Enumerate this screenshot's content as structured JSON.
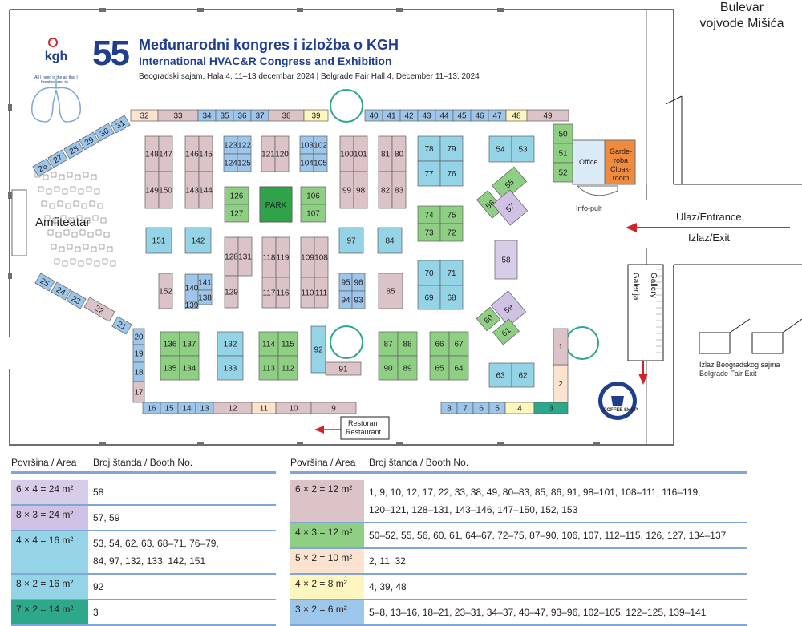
{
  "address": {
    "line1": "Bulevar",
    "line2": "vojvode Mišića"
  },
  "header": {
    "number": "55",
    "title_sr": "Međunarodni kongres i izložba o KGH",
    "title_en": "International HVAC&R Congress and Exhibition",
    "venue": "Beogradski sajam, Hala 4, 11–13 decembar 2024  |  Belgrade Fair Hall 4, December 11–13, 2024"
  },
  "logo": {
    "name": "kgh",
    "tagline": "All I need is the air that I breathe, and to..."
  },
  "labels": {
    "amfiteatar": "Amfiteatar",
    "park": "PARK",
    "office": "Office",
    "garderoba": "Garde-roba Cloak-room",
    "info_pult": "Info-pult",
    "ulaz": "Ulaz/Entrance",
    "izlaz": "Izlaz/Exit",
    "galerija": "Galerija",
    "gallery": "Gallery",
    "fair_exit_1": "Izlaz Beogradskog sajma",
    "fair_exit_2": "Belgrade Fair Exit",
    "restoran": "Restoran",
    "restaurant": "Restaurant",
    "coffee_shop": "COFFEE SHOP"
  },
  "colors": {
    "c6x2": "#dcc3c7",
    "c4x3": "#8fcf84",
    "c4x4": "#95d3e6",
    "c8x3": "#cfc2e4",
    "c6x4": "#d8cde8",
    "c5x2": "#fbe3cf",
    "c4x2": "#fdf6bf",
    "c3x2": "#9ec6ea",
    "c8x2": "#95d3e6",
    "c7x2": "#2ea88a",
    "park": "#2fa24a",
    "office": "#dbeaf7",
    "cloak": "#f08a3c",
    "outline": "#5e5e5e"
  },
  "booths": [
    {
      "n": "32",
      "c": "c5x2"
    },
    {
      "n": "33",
      "c": "c6x2"
    },
    {
      "n": "34",
      "c": "c3x2"
    },
    {
      "n": "35",
      "c": "c3x2"
    },
    {
      "n": "36",
      "c": "c3x2"
    },
    {
      "n": "37",
      "c": "c3x2"
    },
    {
      "n": "38",
      "c": "c6x2"
    },
    {
      "n": "39",
      "c": "c4x2"
    },
    {
      "n": "40",
      "c": "c3x2"
    },
    {
      "n": "41",
      "c": "c3x2"
    },
    {
      "n": "42",
      "c": "c3x2"
    },
    {
      "n": "43",
      "c": "c3x2"
    },
    {
      "n": "44",
      "c": "c3x2"
    },
    {
      "n": "45",
      "c": "c3x2"
    },
    {
      "n": "46",
      "c": "c3x2"
    },
    {
      "n": "47",
      "c": "c3x2"
    },
    {
      "n": "48",
      "c": "c4x2"
    },
    {
      "n": "49",
      "c": "c6x2"
    },
    {
      "n": "50",
      "c": "c4x3"
    },
    {
      "n": "51",
      "c": "c4x3"
    },
    {
      "n": "52",
      "c": "c4x3"
    },
    {
      "n": "31",
      "c": "c3x2"
    },
    {
      "n": "30",
      "c": "c3x2"
    },
    {
      "n": "29",
      "c": "c3x2"
    },
    {
      "n": "28",
      "c": "c3x2"
    },
    {
      "n": "27",
      "c": "c3x2"
    },
    {
      "n": "26",
      "c": "c3x2"
    },
    {
      "n": "25",
      "c": "c3x2"
    },
    {
      "n": "24",
      "c": "c3x2"
    },
    {
      "n": "23",
      "c": "c3x2"
    },
    {
      "n": "22",
      "c": "c6x2"
    },
    {
      "n": "21",
      "c": "c3x2"
    },
    {
      "n": "20",
      "c": "c3x2"
    },
    {
      "n": "19",
      "c": "c3x2"
    },
    {
      "n": "18",
      "c": "c3x2"
    },
    {
      "n": "17",
      "c": "c6x2"
    },
    {
      "n": "16",
      "c": "c3x2"
    },
    {
      "n": "15",
      "c": "c3x2"
    },
    {
      "n": "14",
      "c": "c3x2"
    },
    {
      "n": "13",
      "c": "c3x2"
    },
    {
      "n": "12",
      "c": "c6x2"
    },
    {
      "n": "11",
      "c": "c5x2"
    },
    {
      "n": "10",
      "c": "c6x2"
    },
    {
      "n": "9",
      "c": "c6x2"
    },
    {
      "n": "8",
      "c": "c3x2"
    },
    {
      "n": "7",
      "c": "c3x2"
    },
    {
      "n": "6",
      "c": "c3x2"
    },
    {
      "n": "5",
      "c": "c3x2"
    },
    {
      "n": "4",
      "c": "c4x2"
    },
    {
      "n": "3",
      "c": "c7x2"
    },
    {
      "n": "2",
      "c": "c5x2"
    },
    {
      "n": "1",
      "c": "c6x2"
    },
    {
      "n": "148",
      "c": "c6x2"
    },
    {
      "n": "147",
      "c": "c6x2"
    },
    {
      "n": "149",
      "c": "c6x2"
    },
    {
      "n": "150",
      "c": "c6x2"
    },
    {
      "n": "146",
      "c": "c6x2"
    },
    {
      "n": "145",
      "c": "c6x2"
    },
    {
      "n": "143",
      "c": "c6x2"
    },
    {
      "n": "144",
      "c": "c6x2"
    },
    {
      "n": "123",
      "c": "c3x2"
    },
    {
      "n": "122",
      "c": "c3x2"
    },
    {
      "n": "124",
      "c": "c3x2"
    },
    {
      "n": "125",
      "c": "c3x2"
    },
    {
      "n": "121",
      "c": "c6x2"
    },
    {
      "n": "120",
      "c": "c6x2"
    },
    {
      "n": "103",
      "c": "c3x2"
    },
    {
      "n": "102",
      "c": "c3x2"
    },
    {
      "n": "104",
      "c": "c3x2"
    },
    {
      "n": "105",
      "c": "c3x2"
    },
    {
      "n": "100",
      "c": "c6x2"
    },
    {
      "n": "101",
      "c": "c6x2"
    },
    {
      "n": "99",
      "c": "c6x2"
    },
    {
      "n": "98",
      "c": "c6x2"
    },
    {
      "n": "81",
      "c": "c6x2"
    },
    {
      "n": "80",
      "c": "c6x2"
    },
    {
      "n": "82",
      "c": "c6x2"
    },
    {
      "n": "83",
      "c": "c6x2"
    },
    {
      "n": "78",
      "c": "c4x4"
    },
    {
      "n": "79",
      "c": "c4x4"
    },
    {
      "n": "77",
      "c": "c4x4"
    },
    {
      "n": "76",
      "c": "c4x4"
    },
    {
      "n": "54",
      "c": "c4x4"
    },
    {
      "n": "53",
      "c": "c4x4"
    },
    {
      "n": "126",
      "c": "c4x3"
    },
    {
      "n": "127",
      "c": "c4x3"
    },
    {
      "n": "106",
      "c": "c4x3"
    },
    {
      "n": "107",
      "c": "c4x3"
    },
    {
      "n": "74",
      "c": "c4x3"
    },
    {
      "n": "75",
      "c": "c4x3"
    },
    {
      "n": "73",
      "c": "c4x3"
    },
    {
      "n": "72",
      "c": "c4x3"
    },
    {
      "n": "151",
      "c": "c4x4"
    },
    {
      "n": "142",
      "c": "c4x4"
    },
    {
      "n": "97",
      "c": "c4x4"
    },
    {
      "n": "84",
      "c": "c4x4"
    },
    {
      "n": "128",
      "c": "c6x2"
    },
    {
      "n": "129",
      "c": "c6x2"
    },
    {
      "n": "118",
      "c": "c6x2"
    },
    {
      "n": "119",
      "c": "c6x2"
    },
    {
      "n": "109",
      "c": "c6x2"
    },
    {
      "n": "108",
      "c": "c6x2"
    },
    {
      "n": "131",
      "c": "c6x2"
    },
    {
      "n": "130",
      "c": "c6x2"
    },
    {
      "n": "116",
      "c": "c6x2"
    },
    {
      "n": "117",
      "c": "c6x2"
    },
    {
      "n": "111",
      "c": "c6x2"
    },
    {
      "n": "110",
      "c": "c6x2"
    },
    {
      "n": "152",
      "c": "c6x2"
    },
    {
      "n": "153",
      "c": "c6x2"
    },
    {
      "n": "141",
      "c": "c3x2"
    },
    {
      "n": "140",
      "c": "c3x2"
    },
    {
      "n": "138",
      "c": "c3x2"
    },
    {
      "n": "139",
      "c": "c3x2"
    },
    {
      "n": "95",
      "c": "c3x2"
    },
    {
      "n": "96",
      "c": "c3x2"
    },
    {
      "n": "94",
      "c": "c3x2"
    },
    {
      "n": "93",
      "c": "c3x2"
    },
    {
      "n": "85",
      "c": "c6x2"
    },
    {
      "n": "86",
      "c": "c6x2"
    },
    {
      "n": "70",
      "c": "c4x4"
    },
    {
      "n": "71",
      "c": "c4x4"
    },
    {
      "n": "69",
      "c": "c4x4"
    },
    {
      "n": "68",
      "c": "c4x4"
    },
    {
      "n": "55",
      "c": "c4x3"
    },
    {
      "n": "56",
      "c": "c4x3"
    },
    {
      "n": "57",
      "c": "c8x3"
    },
    {
      "n": "58",
      "c": "c6x4"
    },
    {
      "n": "59",
      "c": "c8x3"
    },
    {
      "n": "60",
      "c": "c4x3"
    },
    {
      "n": "61",
      "c": "c4x3"
    },
    {
      "n": "136",
      "c": "c4x3"
    },
    {
      "n": "137",
      "c": "c4x3"
    },
    {
      "n": "135",
      "c": "c4x3"
    },
    {
      "n": "134",
      "c": "c4x3"
    },
    {
      "n": "132",
      "c": "c4x4"
    },
    {
      "n": "133",
      "c": "c4x4"
    },
    {
      "n": "114",
      "c": "c4x3"
    },
    {
      "n": "115",
      "c": "c4x3"
    },
    {
      "n": "113",
      "c": "c4x3"
    },
    {
      "n": "112",
      "c": "c4x3"
    },
    {
      "n": "92",
      "c": "c8x2"
    },
    {
      "n": "91",
      "c": "c6x2"
    },
    {
      "n": "87",
      "c": "c4x3"
    },
    {
      "n": "88",
      "c": "c4x3"
    },
    {
      "n": "90",
      "c": "c4x3"
    },
    {
      "n": "89",
      "c": "c4x3"
    },
    {
      "n": "66",
      "c": "c4x3"
    },
    {
      "n": "67",
      "c": "c4x3"
    },
    {
      "n": "65",
      "c": "c4x3"
    },
    {
      "n": "64",
      "c": "c4x3"
    },
    {
      "n": "63",
      "c": "c4x4"
    },
    {
      "n": "62",
      "c": "c4x4"
    }
  ],
  "legend": {
    "left_header": {
      "area": "Površina / Area",
      "booth": "Broj štanda / Booth No."
    },
    "right_header": {
      "area": "Površina / Area",
      "booth": "Broj štanda / Booth No."
    },
    "left_rows": [
      {
        "size": "6 × 4   = 24 m²",
        "color": "c6x4",
        "lines": [
          "58"
        ]
      },
      {
        "size": "8 × 3   = 24 m²",
        "color": "c8x3",
        "lines": [
          "57, 59"
        ]
      },
      {
        "size": "4 × 4   = 16 m²",
        "color": "c4x4",
        "lines": [
          "53, 54, 62, 63, 68–71, 76–79,",
          "84, 97, 132, 133, 142, 151"
        ]
      },
      {
        "size": "8 × 2   = 16 m²",
        "color": "c8x2",
        "lines": [
          "92"
        ]
      },
      {
        "size": "7 × 2   = 14 m²",
        "color": "c7x2",
        "lines": [
          "3"
        ]
      }
    ],
    "right_rows": [
      {
        "size": "6 × 2   = 12 m²",
        "color": "c6x2",
        "lines": [
          "1, 9, 10, 12, 17, 22,  33, 38, 49, 80–83, 85, 86, 91, 98–101, 108–111, 116–119,",
          "120–121, 128–131, 143–146, 147–150, 152, 153"
        ]
      },
      {
        "size": "4 × 3   = 12 m²",
        "color": "c4x3",
        "lines": [
          "50–52, 55, 56, 60, 61, 64–67, 72–75, 87–90, 106, 107, 112–115, 126, 127, 134–137"
        ]
      },
      {
        "size": "5 × 2   = 10 m²",
        "color": "c5x2",
        "lines": [
          "2, 11, 32"
        ]
      },
      {
        "size": "4 × 2   =   8 m²",
        "color": "c4x2",
        "lines": [
          "4, 39, 48"
        ]
      },
      {
        "size": "3 × 2   =   6 m²",
        "color": "c3x2",
        "lines": [
          "5–8, 13–16, 18–21, 23–31, 34–37, 40–47, 93–96, 102–105, 122–125, 139–141"
        ]
      }
    ]
  }
}
